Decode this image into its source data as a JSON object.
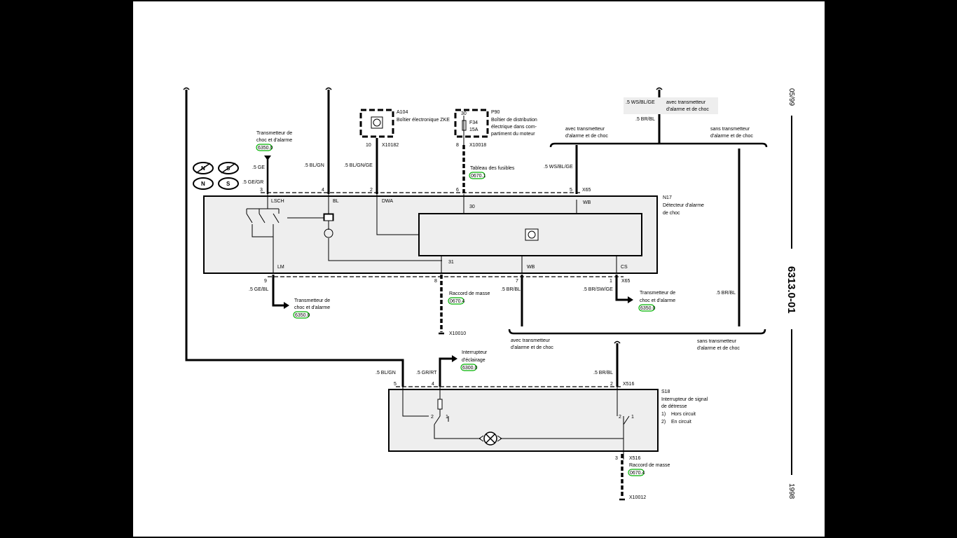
{
  "page": {
    "date": "05/99",
    "doc_number": "6313.0-01",
    "year": "1998"
  },
  "colors": {
    "frame": "#000000",
    "sheet": "#ffffff",
    "component_fill": "#eeeeee",
    "ref_ring": "#00b000"
  },
  "symbols": [
    "N-crossed",
    "S-crossed",
    "N",
    "S"
  ],
  "top_left": {
    "sensor_label_1": "Transmetteur de",
    "sensor_label_2": "choc et d'alarme",
    "sensor_ref": "6350.0",
    "wire_ge": ".5 GE",
    "wire_gegr": ".5 GE/GR",
    "wire_blgn": ".5 BL/GN",
    "wire_blgnge": ".5 BL/GN/GE"
  },
  "a104": {
    "id": "A104",
    "desc": "Boîtier électronique ZKE",
    "pin": "10",
    "connector": "X10182"
  },
  "p90": {
    "id": "P90",
    "desc_1": "Boîtier de distribution",
    "desc_2": "électrique dans com-",
    "desc_3": "partiment du moteur",
    "pin_top": "30",
    "fuse": "F34",
    "amps": "15A",
    "pin": "8",
    "connector": "X10018",
    "fusebox_label": "Tableau des fusibles",
    "fusebox_ref": "0670.1"
  },
  "top_right": {
    "wire_wsblge_top": ".5 WS/BL/GE",
    "avec_top_1": "avec transmetteur",
    "avec_top_2": "d'alarme et de choc",
    "wire_brbl_top": ".5 BR/BL",
    "avec_left_1": "avec transmetteur",
    "avec_left_2": "d'alarme et de choc",
    "sans_right_1": "sans transmetteur",
    "sans_right_2": "d'alarme et de choc",
    "wire_wsblge": ".5 WS/BL/GE"
  },
  "n17": {
    "id": "N17",
    "desc_1": "Détecteur d'alarme",
    "desc_2": "de choc",
    "pin3": "3",
    "pin4": "4",
    "pin2": "2",
    "pin6": "6",
    "pin5": "5",
    "conn_top": "X65",
    "lsch": "LSCH",
    "bl": "BL",
    "dwa": "DWA",
    "t30": "30",
    "wb_top": "WB",
    "lm": "LM",
    "t31": "31",
    "wb_bot": "WB",
    "cs": "CS",
    "pin9": "9",
    "pin8": "8",
    "pin7": "7",
    "pin1": "1",
    "conn_bot": "X65"
  },
  "bottom_n17": {
    "wire_gebl": ".5 GE/BL",
    "sensor_1": "Transmetteur de",
    "sensor_2": "choc et d'alarme",
    "sensor_ref": "6350.0",
    "ground_label": "Raccord de masse",
    "ground_ref": "0670.4",
    "ground_conn": "X10010",
    "wire_brbl": ".5 BR/BL",
    "wire_brswge": ".5 BR/SW/GE",
    "sensor2_1": "Transmetteur de",
    "sensor2_2": "choc et d'alarme",
    "sensor2_ref": "6350.0",
    "wire_brbl_right": ".5 BR/BL",
    "avec_1": "avec transmetteur",
    "avec_2": "d'alarme et de choc",
    "sans_1": "sans transmetteur",
    "sans_2": "d'alarme et de choc"
  },
  "s18": {
    "id": "S18",
    "desc_1": "Interrupteur de signal",
    "desc_2": "de détresse",
    "opt1_num": "1)",
    "opt1": "Hors circuit",
    "opt2_num": "2)",
    "opt2": "En circuit",
    "light_label_1": "Interrupteur",
    "light_label_2": "d'éclairage",
    "light_ref": "6300.0",
    "wire_blgn": ".5 BL/GN",
    "wire_grrt": ".5 GR/RT",
    "wire_brbl": ".5 BR/BL",
    "pin5": "5",
    "pin4": "4",
    "pin2": "2",
    "conn_top": "X516",
    "sw_a2": "2",
    "sw_a1": "1",
    "sw_b2": "2",
    "sw_b1": "1",
    "pin3": "3",
    "conn_bot": "X516",
    "ground_label": "Raccord de masse",
    "ground_ref": "0670.4",
    "ground_conn": "X10012"
  }
}
